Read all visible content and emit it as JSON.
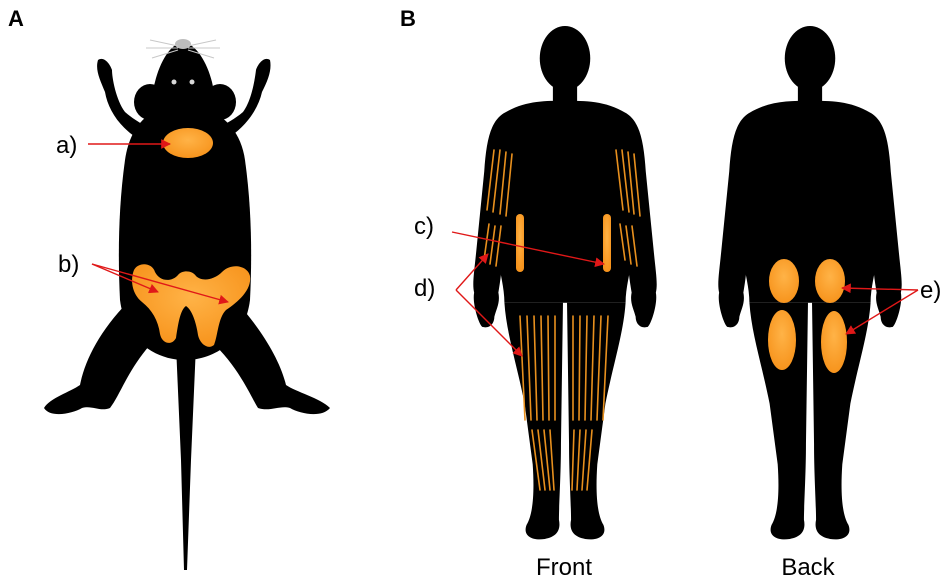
{
  "panels": {
    "a": {
      "letter": "A"
    },
    "b": {
      "letter": "B"
    }
  },
  "callouts": {
    "a": "a)",
    "b": "b)",
    "c": "c)",
    "d": "d)",
    "e": "e)"
  },
  "captions": {
    "front": "Front",
    "back": "Back"
  },
  "colors": {
    "silhouette": "#000000",
    "adipose": "#f7941d",
    "muscle_fibres": "#e8901e",
    "arrows": "#e01818",
    "background": "#ffffff"
  }
}
